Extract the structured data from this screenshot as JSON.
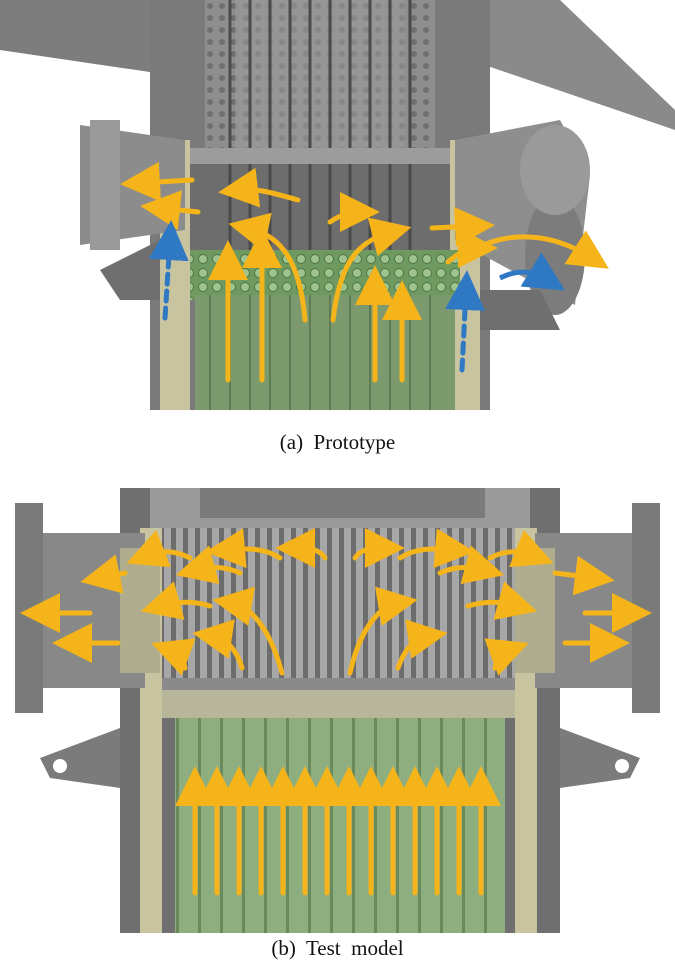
{
  "figure": {
    "panels": [
      {
        "id": "a",
        "caption": "(a)  Prototype"
      },
      {
        "id": "b",
        "caption": "(b)  Test  model"
      }
    ]
  },
  "colors": {
    "flow_arrow": "#f4b41a",
    "bypass_arrow": "#2f78c4",
    "fuel_assembly": "#7c9a6e",
    "steel": "#8a8a8a",
    "steel_dark": "#5f5f5f",
    "baffle": "#c9c4a0",
    "background": "#ffffff"
  }
}
